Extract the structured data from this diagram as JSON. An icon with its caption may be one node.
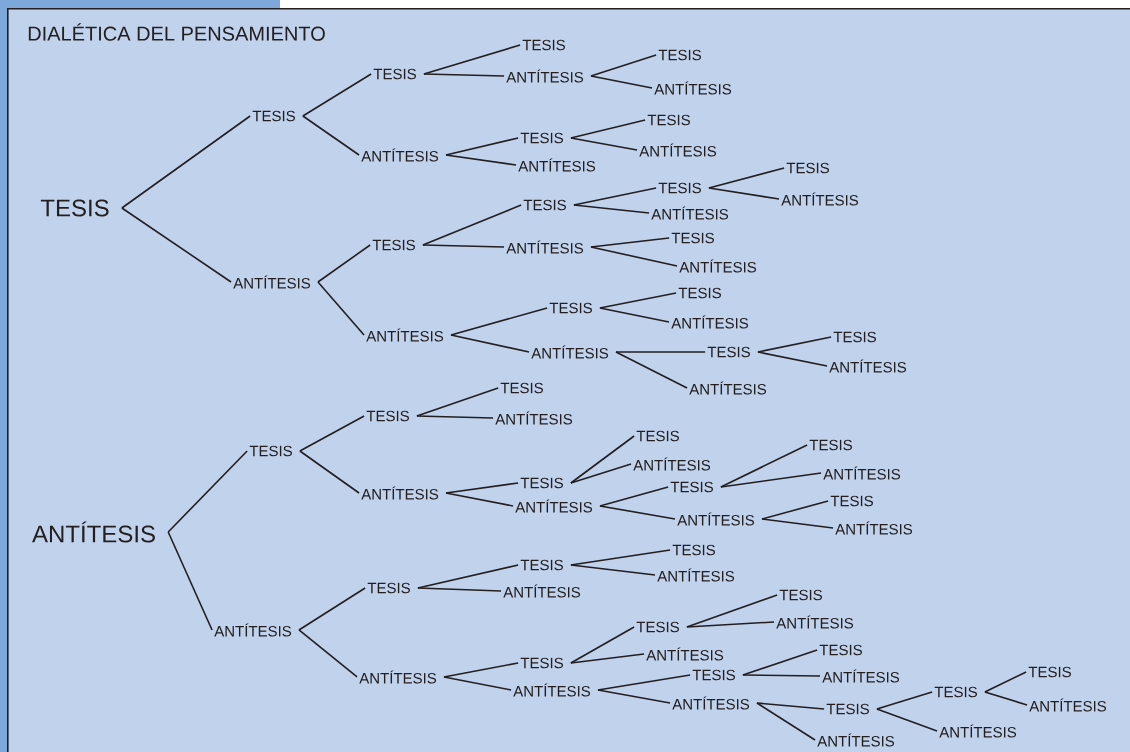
{
  "diagram": {
    "title": "DIALÉTICA DEL PENSAMIENTO",
    "nodes": [
      {
        "text": [
          "TESIS"
        ]
      },
      {
        "text": [
          "TESIS"
        ]
      },
      {
        "text": [
          "TESIS"
        ]
      },
      {
        "text": [
          "TESIS"
        ]
      },
      {
        "text": [
          "ANTÍTESIS"
        ]
      },
      {
        "text": [
          "TESIS"
        ]
      },
      {
        "text": [
          "ANTÍTESIS"
        ]
      },
      {
        "text": [
          "ANTÍTESIS"
        ]
      },
      {
        "text": [
          "TESIS"
        ]
      },
      {
        "text": [
          "TESIS"
        ]
      },
      {
        "text": [
          "ANTÍTESIS"
        ]
      },
      {
        "text": [
          "ANTÍTESIS"
        ]
      },
      {
        "text": [
          "ANTÍTESIS"
        ]
      },
      {
        "text": [
          "TESIS"
        ]
      },
      {
        "text": [
          "TESIS"
        ]
      },
      {
        "text": [
          "TESIS"
        ]
      },
      {
        "text": [
          "TESIS"
        ]
      },
      {
        "text": [
          "ANTÍTESIS"
        ]
      },
      {
        "text": [
          "ANTÍTESIS"
        ]
      },
      {
        "text": [
          "ANTÍTESIS"
        ]
      },
      {
        "text": [
          "TESIS"
        ]
      },
      {
        "text": [
          "ANTÍTESIS"
        ]
      },
      {
        "text": [
          "ANTÍTESIS"
        ]
      },
      {
        "text": [
          "TESIS"
        ]
      },
      {
        "text": [
          "TESIS"
        ]
      },
      {
        "text": [
          "ANTÍTESIS"
        ]
      },
      {
        "text": [
          "ANTÍTESIS"
        ]
      },
      {
        "text": [
          "TESIS"
        ]
      },
      {
        "text": [
          "TESIS"
        ]
      },
      {
        "text": [
          "ANTÍTESIS"
        ]
      },
      {
        "text": [
          "ANTÍTESIS"
        ]
      },
      {
        "text": [
          "ANTÍTESIS"
        ]
      },
      {
        "text": [
          "TESIS"
        ]
      },
      {
        "text": [
          "TESIS"
        ]
      },
      {
        "text": [
          "TESIS"
        ]
      },
      {
        "text": [
          "ANTÍTESIS"
        ]
      },
      {
        "text": [
          "ANTÍTESIS"
        ]
      },
      {
        "text": [
          "TESIS"
        ]
      },
      {
        "text": [
          "TESIS"
        ]
      },
      {
        "text": [
          "ANTÍTESIS"
        ]
      },
      {
        "text": [
          "ANTÍTESIS"
        ]
      },
      {
        "text": [
          "TESIS"
        ]
      },
      {
        "text": [
          "TESIS"
        ]
      },
      {
        "text": [
          "ANTÍTESIS"
        ]
      },
      {
        "text": [
          "ANTÍTESIS"
        ]
      },
      {
        "text": [
          "TESIS"
        ]
      },
      {
        "text": [
          "ANTÍTESIS"
        ]
      },
      {
        "text": [
          "ANTÍTESIS"
        ]
      },
      {
        "text": [
          "TESIS"
        ]
      },
      {
        "text": [
          "TESIS"
        ]
      },
      {
        "text": [
          "TESIS"
        ]
      },
      {
        "text": [
          "ANTÍTESIS"
        ]
      },
      {
        "text": [
          "ANTÍTESIS"
        ]
      },
      {
        "text": [
          "ANTÍTESIS"
        ]
      },
      {
        "text": [
          "TESIS"
        ]
      },
      {
        "text": [
          "TESIS"
        ]
      },
      {
        "text": [
          "TESIS"
        ]
      },
      {
        "text": [
          "ANTÍTESIS"
        ]
      },
      {
        "text": [
          "ANTÍTESIS"
        ]
      },
      {
        "text": [
          "ANTÍTESIS"
        ]
      },
      {
        "text": [
          "TESIS"
        ]
      },
      {
        "text": [
          "TESIS"
        ]
      },
      {
        "text": [
          "ANTÍTESIS"
        ]
      },
      {
        "text": [
          "ANTÍTESIS"
        ]
      },
      {
        "text": [
          "TESIS"
        ]
      },
      {
        "text": [
          "TESIS"
        ]
      },
      {
        "text": [
          "TESIS"
        ]
      },
      {
        "text": [
          "ANTÍTESIS"
        ]
      },
      {
        "text": [
          "ANTÍTESIS"
        ]
      },
      {
        "text": [
          "ANTÍTESIS"
        ]
      }
    ],
    "edges": [
      {
        "from": 0,
        "to": 1,
        "arrow": "none"
      },
      {
        "from": 1,
        "to": 2,
        "arrow": "none"
      },
      {
        "from": 2,
        "to": 3,
        "arrow": "none"
      },
      {
        "from": 2,
        "to": 4,
        "arrow": "none"
      },
      {
        "from": 4,
        "to": 5,
        "arrow": "none"
      },
      {
        "from": 4,
        "to": 6,
        "arrow": "none"
      },
      {
        "from": 1,
        "to": 7,
        "arrow": "none"
      },
      {
        "from": 7,
        "to": 8,
        "arrow": "none"
      },
      {
        "from": 8,
        "to": 9,
        "arrow": "none"
      },
      {
        "from": 8,
        "to": 10,
        "arrow": "none"
      },
      {
        "from": 7,
        "to": 11,
        "arrow": "none"
      },
      {
        "from": 0,
        "to": 12,
        "arrow": "none"
      },
      {
        "from": 12,
        "to": 13,
        "arrow": "none"
      },
      {
        "from": 13,
        "to": 14,
        "arrow": "none"
      },
      {
        "from": 14,
        "to": 15,
        "arrow": "none"
      },
      {
        "from": 15,
        "to": 16,
        "arrow": "none"
      },
      {
        "from": 15,
        "to": 17,
        "arrow": "none"
      },
      {
        "from": 14,
        "to": 18,
        "arrow": "none"
      },
      {
        "from": 13,
        "to": 19,
        "arrow": "none"
      },
      {
        "from": 19,
        "to": 20,
        "arrow": "none"
      },
      {
        "from": 19,
        "to": 21,
        "arrow": "none"
      },
      {
        "from": 12,
        "to": 22,
        "arrow": "none"
      },
      {
        "from": 22,
        "to": 23,
        "arrow": "none"
      },
      {
        "from": 23,
        "to": 24,
        "arrow": "none"
      },
      {
        "from": 23,
        "to": 25,
        "arrow": "none"
      },
      {
        "from": 22,
        "to": 26,
        "arrow": "none"
      },
      {
        "from": 26,
        "to": 27,
        "arrow": "none"
      },
      {
        "from": 27,
        "to": 28,
        "arrow": "none"
      },
      {
        "from": 27,
        "to": 29,
        "arrow": "none"
      },
      {
        "from": 26,
        "to": 30,
        "arrow": "none"
      },
      {
        "from": 31,
        "to": 32,
        "arrow": "none"
      },
      {
        "from": 32,
        "to": 33,
        "arrow": "none"
      },
      {
        "from": 33,
        "to": 34,
        "arrow": "none"
      },
      {
        "from": 33,
        "to": 35,
        "arrow": "none"
      },
      {
        "from": 32,
        "to": 36,
        "arrow": "none"
      },
      {
        "from": 36,
        "to": 37,
        "arrow": "none"
      },
      {
        "from": 37,
        "to": 38,
        "arrow": "none"
      },
      {
        "from": 37,
        "to": 39,
        "arrow": "none"
      },
      {
        "from": 36,
        "to": 40,
        "arrow": "none"
      },
      {
        "from": 40,
        "to": 41,
        "arrow": "none"
      },
      {
        "from": 41,
        "to": 42,
        "arrow": "none"
      },
      {
        "from": 41,
        "to": 43,
        "arrow": "none"
      },
      {
        "from": 40,
        "to": 44,
        "arrow": "none"
      },
      {
        "from": 44,
        "to": 45,
        "arrow": "none"
      },
      {
        "from": 44,
        "to": 46,
        "arrow": "none"
      },
      {
        "from": 31,
        "to": 47,
        "arrow": "none"
      },
      {
        "from": 47,
        "to": 48,
        "arrow": "none"
      },
      {
        "from": 48,
        "to": 49,
        "arrow": "none"
      },
      {
        "from": 49,
        "to": 50,
        "arrow": "none"
      },
      {
        "from": 49,
        "to": 51,
        "arrow": "none"
      },
      {
        "from": 48,
        "to": 52,
        "arrow": "none"
      },
      {
        "from": 47,
        "to": 53,
        "arrow": "none"
      },
      {
        "from": 53,
        "to": 54,
        "arrow": "none"
      },
      {
        "from": 54,
        "to": 55,
        "arrow": "none"
      },
      {
        "from": 55,
        "to": 56,
        "arrow": "none"
      },
      {
        "from": 55,
        "to": 57,
        "arrow": "none"
      },
      {
        "from": 54,
        "to": 58,
        "arrow": "none"
      },
      {
        "from": 53,
        "to": 59,
        "arrow": "none"
      },
      {
        "from": 59,
        "to": 60,
        "arrow": "none"
      },
      {
        "from": 60,
        "to": 61,
        "arrow": "none"
      },
      {
        "from": 60,
        "to": 62,
        "arrow": "none"
      },
      {
        "from": 59,
        "to": 63,
        "arrow": "none"
      },
      {
        "from": 63,
        "to": 64,
        "arrow": "none"
      },
      {
        "from": 64,
        "to": 65,
        "arrow": "none"
      },
      {
        "from": 65,
        "to": 66,
        "arrow": "none"
      },
      {
        "from": 65,
        "to": 67,
        "arrow": "none"
      },
      {
        "from": 64,
        "to": 68,
        "arrow": "none"
      },
      {
        "from": 63,
        "to": 69,
        "arrow": "none"
      }
    ]
  }
}
